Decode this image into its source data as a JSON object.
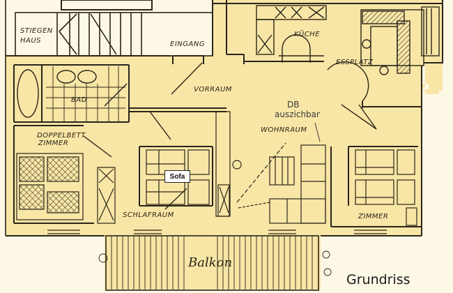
{
  "title": "Grundriss",
  "annotation": {
    "sofa_label": "Sofa",
    "handwritten_line1": "DB",
    "handwritten_line2": "auszichbar"
  },
  "rooms": {
    "stiegenhaus_line1": "STIEGEN",
    "stiegenhaus_line2": "HAUS",
    "eingang": "EINGANG",
    "kueche": "KÜCHE",
    "essplatz": "ESSPLATZ",
    "vorraum": "VORRAUM",
    "bad": "BAD",
    "doppelbett": "DOPPELBETT",
    "zimmer_left": "ZIMMER",
    "wohnraum": "WOHNRAUM",
    "schlafraum": "SCHLAFRAUM",
    "zimmer_right": "ZIMMER",
    "balkon": "Balkon"
  },
  "colors": {
    "background": "#fdf7e6",
    "floor": "#f8e6a6",
    "wall": "#2a2418"
  }
}
